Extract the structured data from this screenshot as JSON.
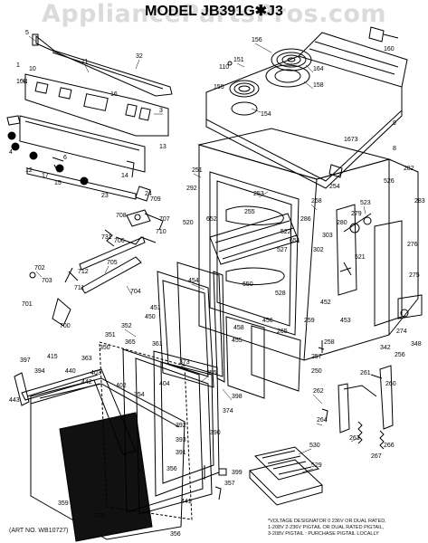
{
  "watermark": "AppliancePartsPros.com",
  "title": "MODEL JB391G✱J3",
  "art_number": "(ART NO. WB10727)",
  "footnote": [
    "*VOLTAGE DESIGNATOR 0 236V OR DUAL RATED,",
    "1-208V 2-236V PIGTAIL OR DUAL RATED PIGTAIL,",
    "3-208V PIGTAIL : PURCHASE PIGTAIL LOCALLY"
  ],
  "part_labels": {
    "p5": "5",
    "p32": "32",
    "p10": "10",
    "p10b": "10B",
    "p11": "11",
    "p1": "1",
    "p3": "3",
    "p16": "16",
    "p13": "13",
    "p4": "4",
    "p12": "12",
    "p17": "17",
    "p15": "15",
    "p6": "6",
    "p14": "14",
    "p23": "23",
    "p24": "24",
    "p156": "156",
    "p151": "151",
    "p164": "164",
    "p158": "158",
    "p155": "155",
    "p154": "154",
    "p110": "110",
    "p160": "160",
    "p9": "9",
    "p1673": "1673",
    "p8": "8",
    "p282": "282",
    "p251": "251",
    "p292": "292",
    "p253": "253",
    "p268": "268",
    "p254": "254",
    "p526": "526",
    "p283": "283",
    "p523": "523",
    "p286": "286",
    "p280": "280",
    "p279": "279",
    "p709": "709",
    "p708": "708",
    "p707": "707",
    "p706": "706",
    "p731": "731",
    "p710": "710",
    "p520": "520",
    "p652": "652",
    "p255": "255",
    "p522": "522",
    "p651": "651",
    "p527": "527",
    "p303": "303",
    "p302": "302",
    "p521": "521",
    "p276": "276",
    "p702": "702",
    "p705": "705",
    "p703": "703",
    "p712": "712",
    "p711": "711",
    "p704": "704",
    "p701": "701",
    "p700": "700",
    "p454": "454",
    "p650": "650",
    "p528": "528",
    "p275": "275",
    "p452": "452",
    "p451": "451",
    "p456": "456",
    "p265": "265",
    "p259": "259",
    "p453": "453",
    "p450": "450",
    "p258": "258",
    "p274": "274",
    "p352": "352",
    "p365": "365",
    "p458": "458",
    "p455": "455",
    "p342": "342",
    "p256": "256",
    "p348": "348",
    "p257": "257",
    "p250": "250",
    "p351": "351",
    "p361": "361",
    "p350": "350",
    "p373": "373",
    "p355": "355",
    "p397": "397",
    "p415": "415",
    "p363": "363",
    "p394": "394",
    "p440": "440",
    "p403": "403",
    "p442": "442",
    "p402": "402",
    "p404": "404",
    "p354": "354",
    "p398": "398",
    "p374": "374",
    "p443": "443",
    "p261": "261",
    "p262": "262",
    "p260": "260",
    "p264": "264",
    "p263": "263",
    "p266": "266",
    "p267": "267",
    "p392": "392",
    "p393": "393",
    "p391": "391",
    "p390": "390",
    "p356": "356",
    "p530": "530",
    "p529": "529",
    "p399": "399",
    "p357": "357",
    "p359": "359",
    "p371": "371",
    "p441": "441",
    "p356b": "356"
  }
}
